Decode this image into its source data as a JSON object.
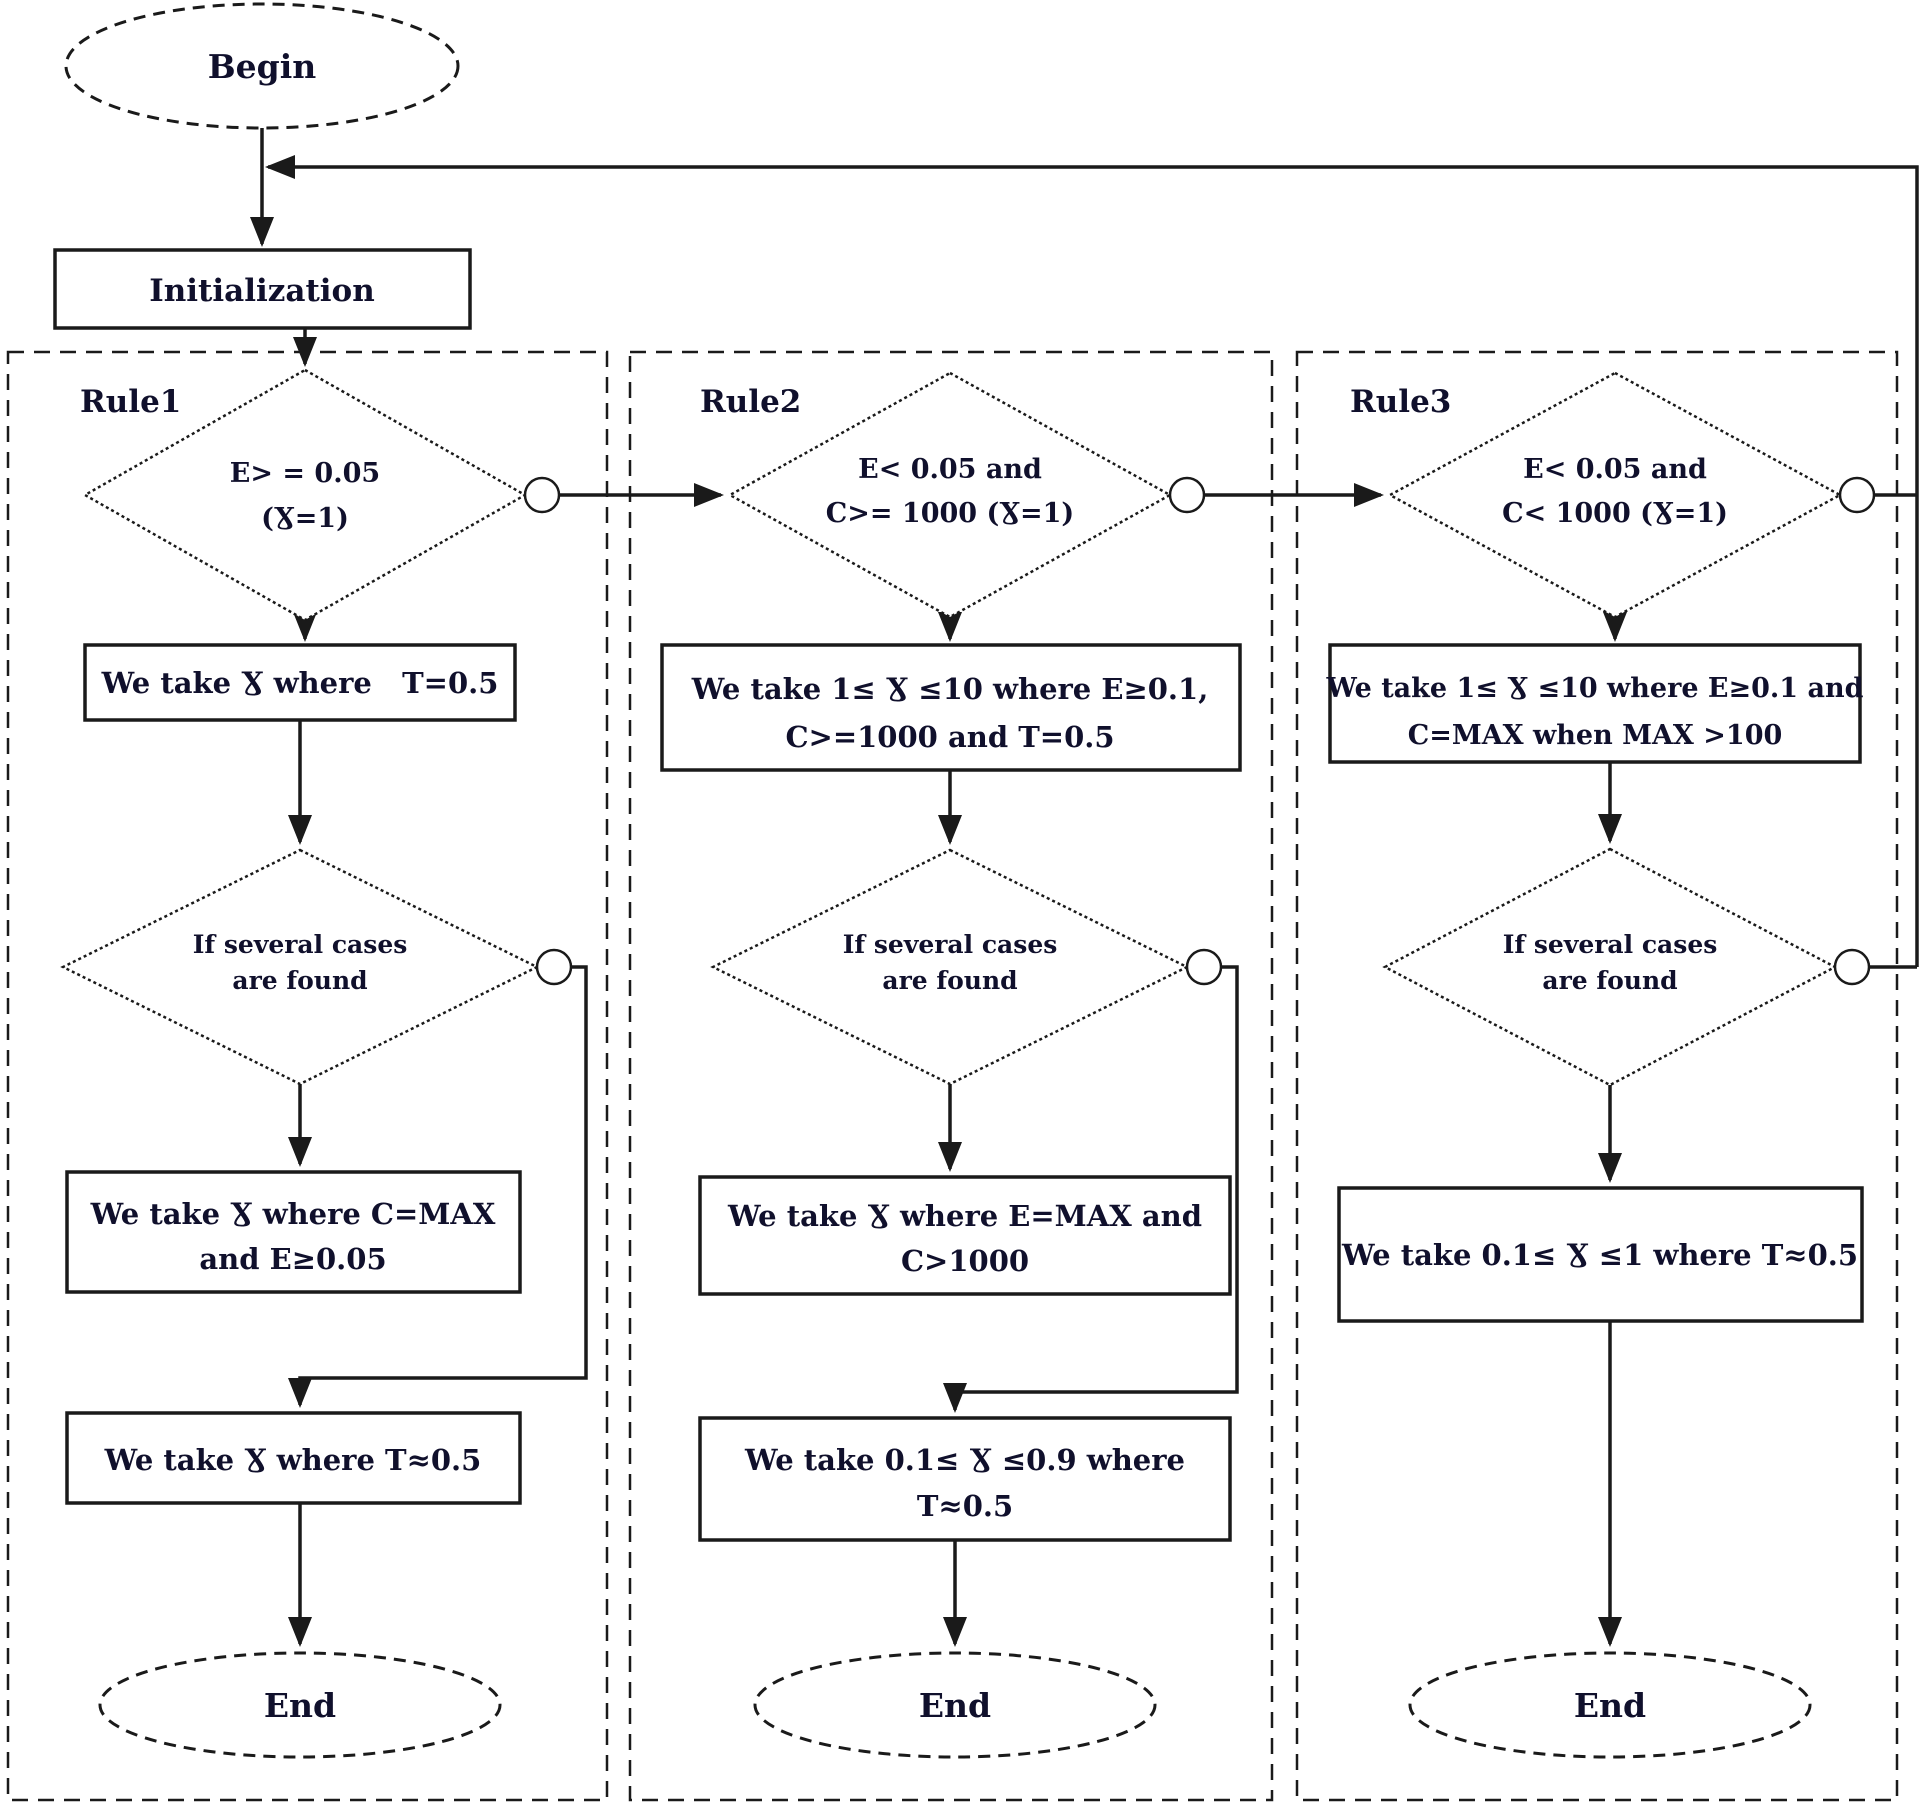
{
  "colors": {
    "ink": "#10102c",
    "line": "#1a1a1a",
    "background": "#ffffff"
  },
  "flow": {
    "begin": "Begin",
    "initialization": "Initialization"
  },
  "rule1": {
    "label": "Rule1",
    "decision_line1": "E> = 0.05",
    "decision_line2": "(Ɣ=1)",
    "step1": "We take Ɣ where   T=0.5",
    "several_line1": "If several cases",
    "several_line2": "are found",
    "step2_line1": "We take Ɣ where C=MAX",
    "step2_line2": "and E≥0.05",
    "step3": "We take Ɣ where T≈0.5",
    "end": "End"
  },
  "rule2": {
    "label": "Rule2",
    "decision_line1": "E< 0.05 and",
    "decision_line2": "C>= 1000 (Ɣ=1)",
    "step1_line1": "We take 1≤ Ɣ ≤10 where E≥0.1,",
    "step1_line2": "C>=1000 and T=0.5",
    "several_line1": "If several cases",
    "several_line2": "are found",
    "step2_line1": "We take Ɣ where E=MAX and",
    "step2_line2": "C>1000",
    "step3_line1": "We take 0.1≤ Ɣ ≤0.9 where",
    "step3_line2": "T≈0.5",
    "end": "End"
  },
  "rule3": {
    "label": "Rule3",
    "decision_line1": "E< 0.05 and",
    "decision_line2": "C< 1000 (Ɣ=1)",
    "step1_line1": "We take 1≤ Ɣ ≤10 where E≥0.1 and",
    "step1_line2": "C=MAX when MAX >100",
    "several_line1": "If several cases",
    "several_line2": "are found",
    "step2": "We take 0.1≤ Ɣ ≤1 where T≈0.5",
    "end": "End"
  }
}
